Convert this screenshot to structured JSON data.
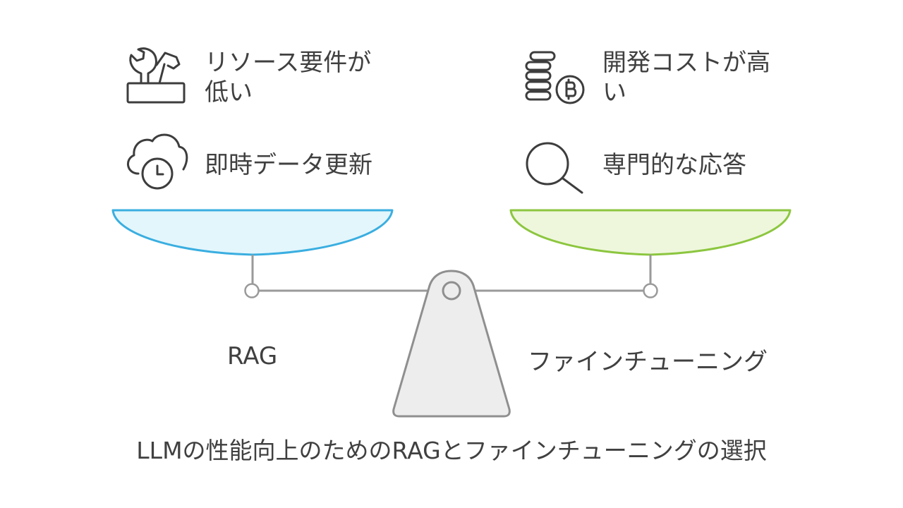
{
  "left": {
    "name": "RAG",
    "pan_color": "#3aaee0",
    "pan_fill": "#e3f6fc",
    "items": [
      {
        "icon": "tools-icon",
        "label": "リソース要件が低い"
      },
      {
        "icon": "cloud-clock-icon",
        "label": "即時データ更新"
      }
    ]
  },
  "right": {
    "name": "ファインチューニング",
    "pan_color": "#8cc63f",
    "pan_fill": "#eef7dc",
    "items": [
      {
        "icon": "coins-bitcoin-icon",
        "label": "開発コストが高い"
      },
      {
        "icon": "magnifier-icon",
        "label": "専門的な応答"
      }
    ]
  },
  "caption": "LLMの性能向上のためのRAGとファインチューニングの選択"
}
